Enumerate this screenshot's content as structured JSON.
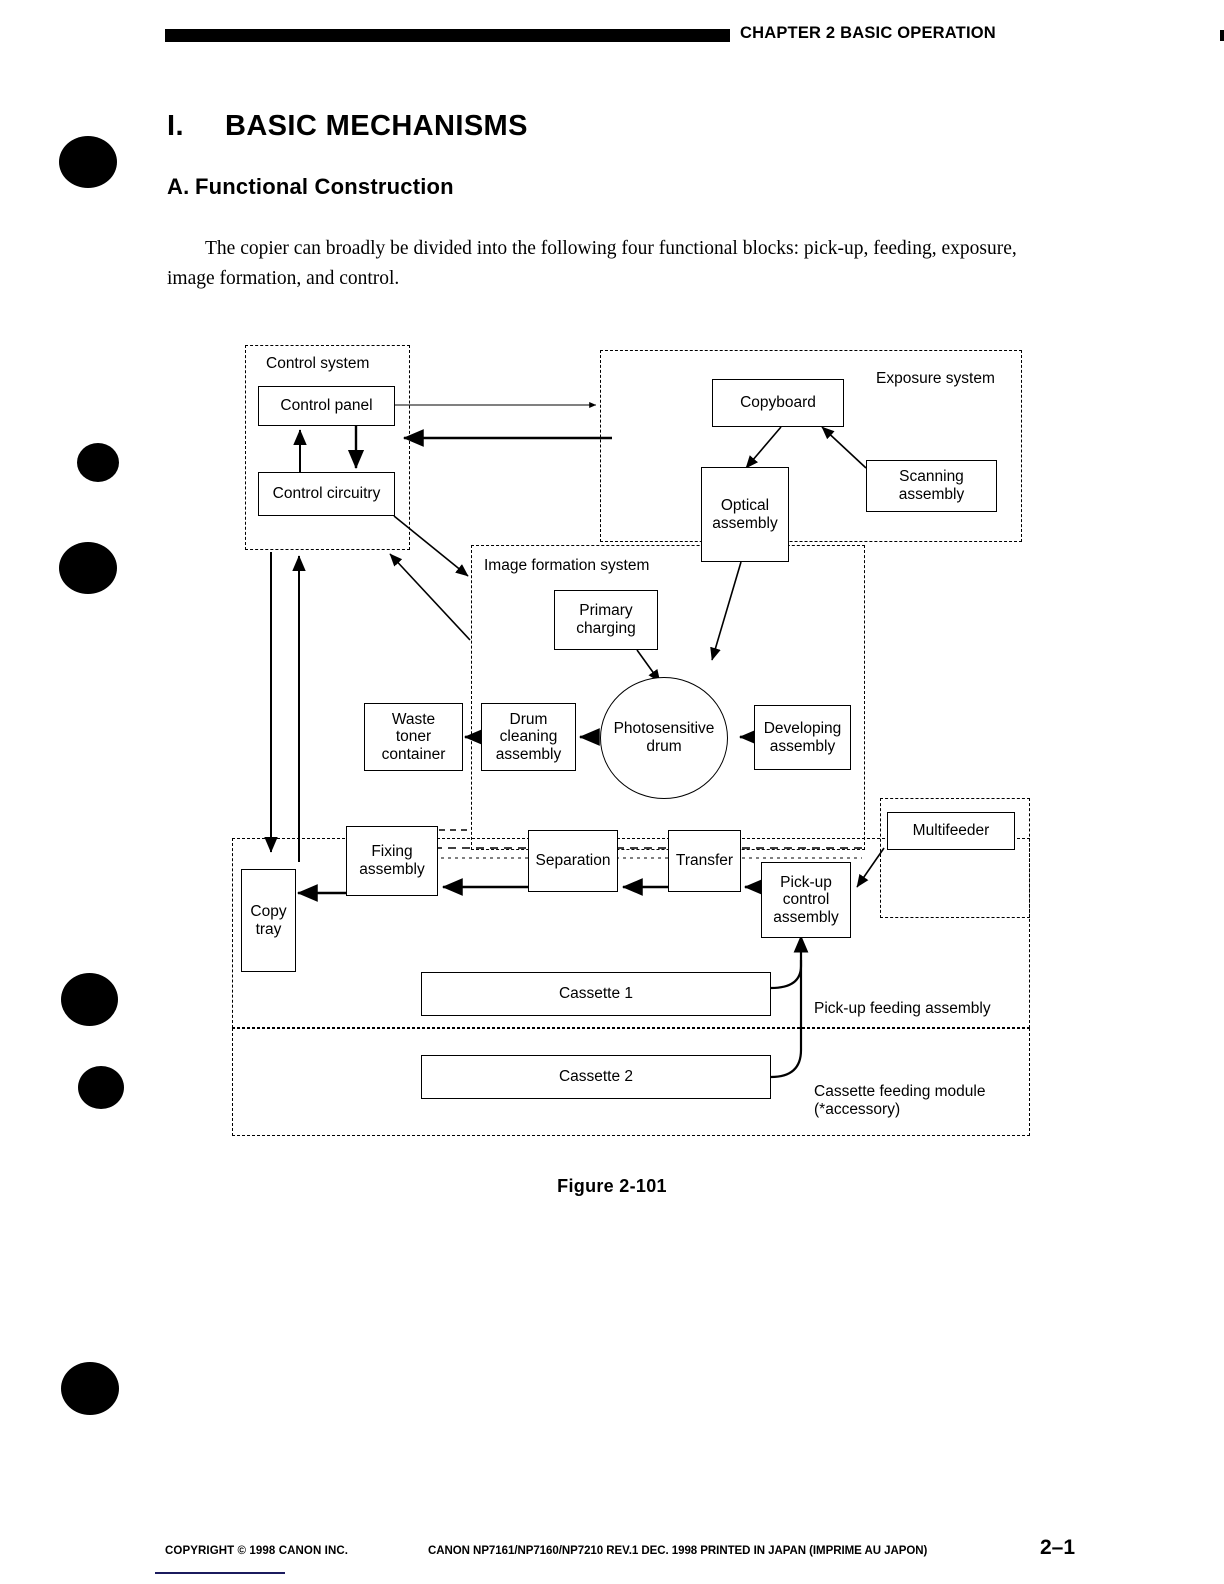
{
  "header": {
    "chapter_label": "CHAPTER 2   BASIC OPERATION"
  },
  "headings": {
    "section_number": "I.",
    "section_title": "BASIC MECHANISMS",
    "sub_number": "A.",
    "sub_title": "Functional Construction"
  },
  "body": {
    "paragraph": "The copier can broadly be divided into the following four functional blocks: pick-up, feeding, exposure, image formation, and control."
  },
  "figure": {
    "caption": "Figure 2-101",
    "groups": {
      "control_system": "Control system",
      "exposure_system": "Exposure system",
      "image_formation_system": "Image formation system",
      "pickup_feeding_assembly": "Pick-up feeding assembly",
      "cassette_feeding_module_line1": "Cassette feeding module",
      "cassette_feeding_module_line2": "(*accessory)"
    },
    "blocks": {
      "control_panel": "Control panel",
      "control_circuitry": "Control circuitry",
      "copyboard": "Copyboard",
      "optical_assembly": "Optical\nassembly",
      "scanning_assembly": "Scanning\nassembly",
      "primary_charging": "Primary\ncharging",
      "photosensitive_drum": "Photosensitive\ndrum",
      "developing_assembly": "Developing\nassembly",
      "drum_cleaning_assembly": "Drum\ncleaning\nassembly",
      "waste_toner_container": "Waste\ntoner\ncontainer",
      "transfer": "Transfer",
      "separation": "Separation",
      "fixing_assembly": "Fixing\nassembly",
      "copy_tray": "Copy\ntray",
      "pickup_control_assembly": "Pick-up\ncontrol\nassembly",
      "multifeeder": "Multifeeder",
      "cassette_1": "Cassette 1",
      "cassette_2": "Cassette 2"
    }
  },
  "footer": {
    "copyright": "COPYRIGHT © 1998 CANON INC.",
    "model_line": "CANON NP7161/NP7160/NP7210 REV.1 DEC. 1998 PRINTED IN JAPAN (IMPRIME AU JAPON)",
    "page_number": "2–1"
  },
  "colors": {
    "ink": "#000000",
    "paper": "#ffffff",
    "footer_rule": "#1b1b5e"
  }
}
